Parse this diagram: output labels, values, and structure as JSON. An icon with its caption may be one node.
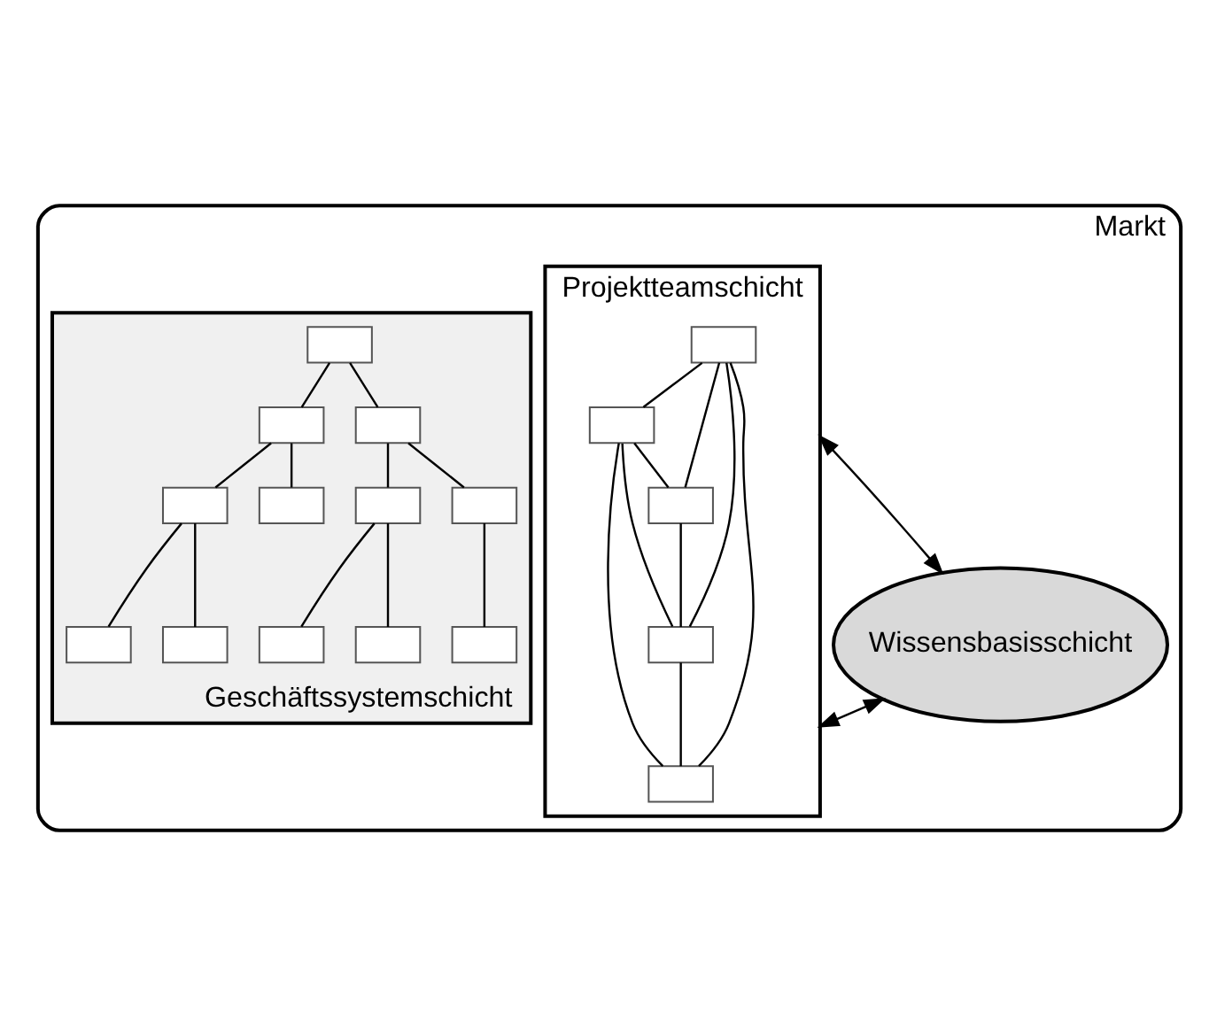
{
  "diagram": {
    "nodes": [
      {
        "text": [
          "Markt"
        ]
      },
      {
        "text": [
          "Projektteamschicht"
        ],
        "in": 0
      },
      {
        "text": [],
        "shape": "box",
        "in": 1
      },
      {
        "text": [],
        "shape": "box",
        "in": 1
      },
      {
        "text": [],
        "shape": "box",
        "in": 1
      },
      {
        "text": [],
        "shape": "box",
        "in": 1
      },
      {
        "text": [],
        "shape": "box",
        "in": 1
      },
      {
        "text": [
          "Geschäftssystemschicht"
        ],
        "in": 0
      },
      {
        "text": [],
        "shape": "box",
        "in": 7
      },
      {
        "text": [],
        "shape": "box",
        "in": 7
      },
      {
        "text": [],
        "shape": "box",
        "in": 7
      },
      {
        "text": [],
        "shape": "box",
        "in": 7
      },
      {
        "text": [],
        "shape": "box",
        "in": 7
      },
      {
        "text": [],
        "shape": "box",
        "in": 7
      },
      {
        "text": [],
        "shape": "box",
        "in": 7
      },
      {
        "text": [],
        "shape": "box",
        "in": 7
      },
      {
        "text": [],
        "shape": "box",
        "in": 7
      },
      {
        "text": [],
        "shape": "box",
        "in": 7
      },
      {
        "text": [],
        "shape": "box",
        "in": 7
      },
      {
        "text": [],
        "shape": "box",
        "in": 7
      },
      {
        "text": [
          "Wissensbasisschicht"
        ],
        "in": 0
      }
    ],
    "edges": [
      {
        "from": 20,
        "to": 1,
        "arrow": "both"
      },
      {
        "from": 20,
        "to": 1,
        "arrow": "both"
      },
      {
        "from": 2,
        "to": 3,
        "arrow": "none"
      },
      {
        "from": 2,
        "to": 4,
        "arrow": "none"
      },
      {
        "from": 3,
        "to": 4,
        "arrow": "none"
      },
      {
        "from": 2,
        "to": 6,
        "arrow": "none"
      },
      {
        "from": 2,
        "to": 5,
        "arrow": "none"
      },
      {
        "from": 3,
        "to": 5,
        "arrow": "none"
      },
      {
        "from": 3,
        "to": 6,
        "arrow": "none"
      },
      {
        "from": 4,
        "to": 5,
        "arrow": "none"
      },
      {
        "from": 5,
        "to": 6,
        "arrow": "none"
      },
      {
        "from": 8,
        "to": 9,
        "arrow": "none"
      },
      {
        "from": 8,
        "to": 10,
        "arrow": "none"
      },
      {
        "from": 9,
        "to": 11,
        "arrow": "none"
      },
      {
        "from": 9,
        "to": 12,
        "arrow": "none"
      },
      {
        "from": 10,
        "to": 13,
        "arrow": "none"
      },
      {
        "from": 10,
        "to": 14,
        "arrow": "none"
      },
      {
        "from": 11,
        "to": 15,
        "arrow": "none"
      },
      {
        "from": 11,
        "to": 16,
        "arrow": "none"
      },
      {
        "from": 13,
        "to": 17,
        "arrow": "none"
      },
      {
        "from": 13,
        "to": 18,
        "arrow": "none"
      },
      {
        "from": 14,
        "to": 19,
        "arrow": "none"
      }
    ]
  }
}
